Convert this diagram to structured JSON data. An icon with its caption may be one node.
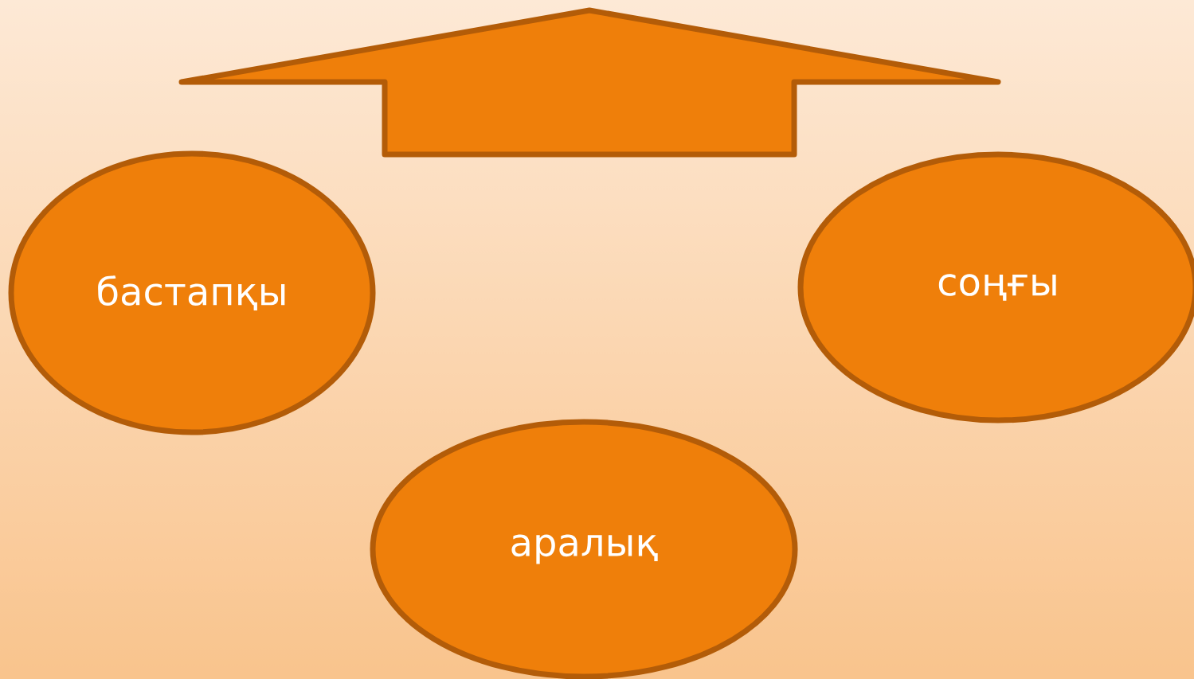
{
  "diagram": {
    "nodes": [
      {
        "text": [
          "бастапқы"
        ]
      },
      {
        "text": [
          "соңғы"
        ]
      },
      {
        "text": [
          "аралық"
        ]
      }
    ]
  }
}
